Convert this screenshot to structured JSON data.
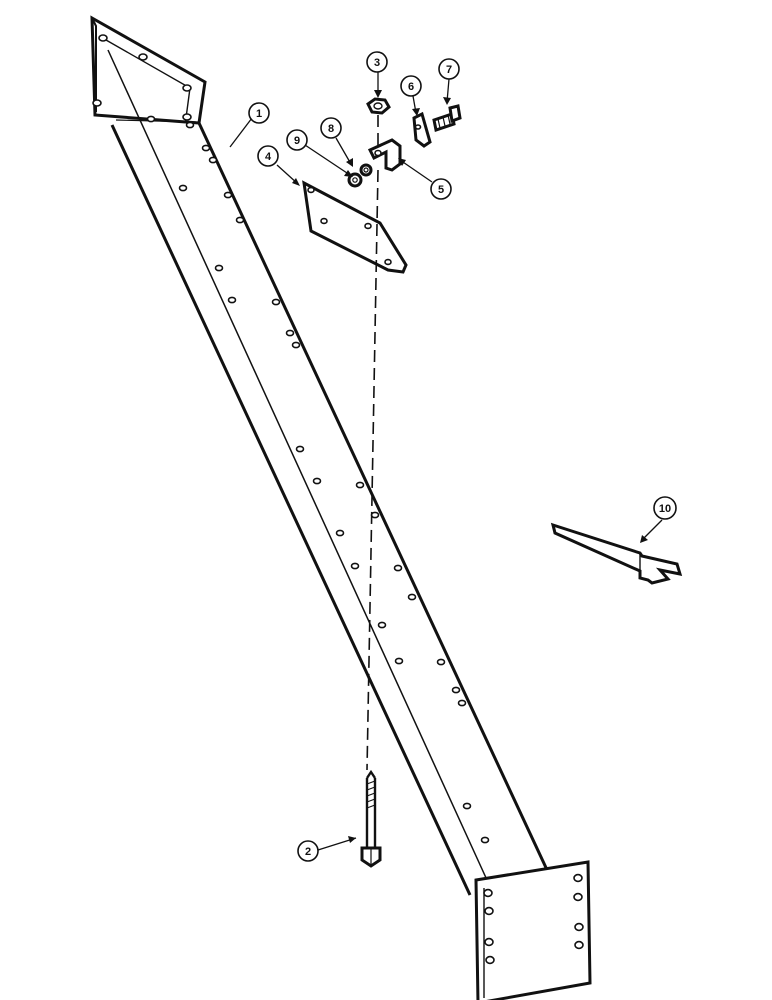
{
  "diagram": {
    "callouts": [
      {
        "id": "callout-1",
        "label": "1"
      },
      {
        "id": "callout-2",
        "label": "2"
      },
      {
        "id": "callout-3",
        "label": "3"
      },
      {
        "id": "callout-4",
        "label": "4"
      },
      {
        "id": "callout-5",
        "label": "5"
      },
      {
        "id": "callout-6",
        "label": "6"
      },
      {
        "id": "callout-7",
        "label": "7"
      },
      {
        "id": "callout-8",
        "label": "8"
      },
      {
        "id": "callout-9",
        "label": "9"
      },
      {
        "id": "callout-10",
        "label": "10"
      }
    ]
  }
}
